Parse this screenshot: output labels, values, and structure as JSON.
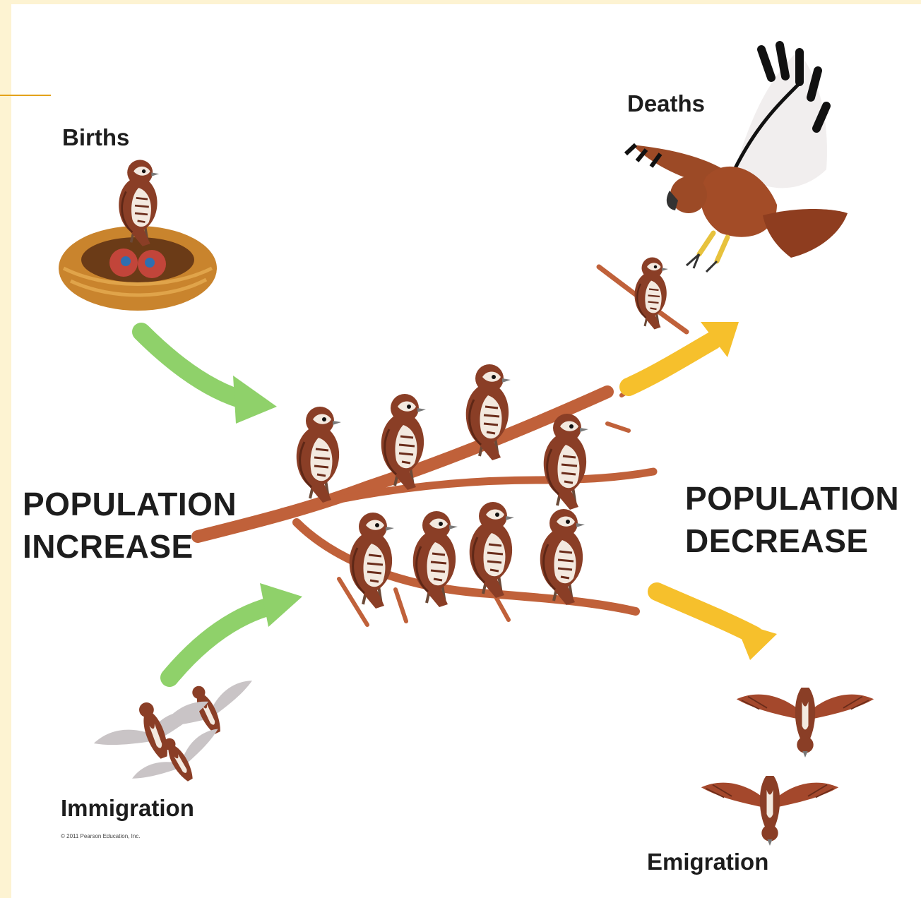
{
  "labels": {
    "births": "Births",
    "deaths": "Deaths",
    "immigration": "Immigration",
    "emigration": "Emigration",
    "increase_line1": "POPULATION",
    "increase_line2": "INCREASE",
    "decrease_line1": "POPULATION",
    "decrease_line2": "DECREASE",
    "copyright": "© 2011 Pearson Education, Inc."
  },
  "colors": {
    "slide_background": "#fdf3d2",
    "accent_rule": "#e3a21a",
    "increase_arrow": "#8fd16a",
    "decrease_arrow": "#f6c02c",
    "bird_brown": "#8a3e26",
    "branch": "#c0613a"
  },
  "icons": [
    "bird-icon",
    "nest-icon",
    "hawk-icon",
    "flying-bird-icon",
    "branch-icon"
  ]
}
